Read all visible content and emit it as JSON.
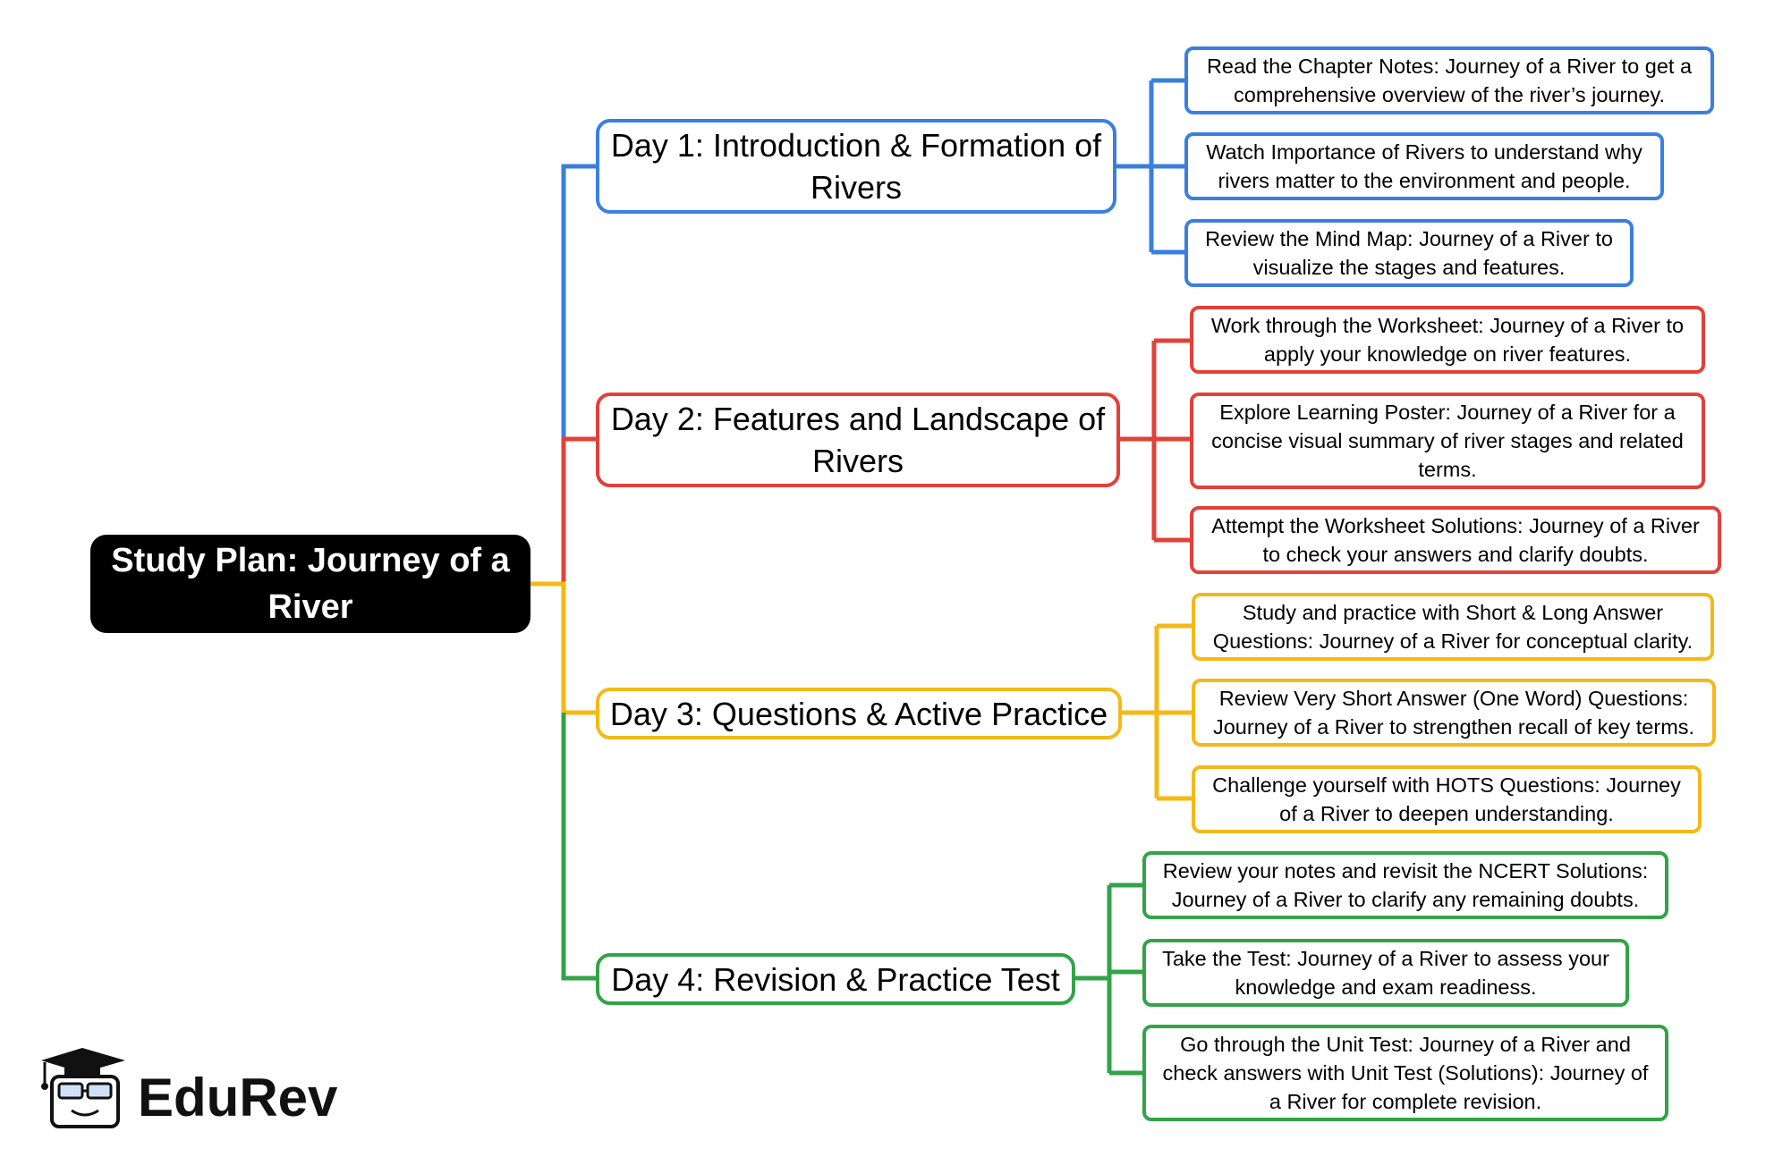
{
  "colors": {
    "day1": "#3a7fe0",
    "day2": "#e2413a",
    "day3": "#f4b916",
    "day4": "#33a348",
    "root": "#000000"
  },
  "root": {
    "label": "Study Plan: Journey of a River"
  },
  "days": [
    {
      "label": "Day 1: Introduction & Formation of Rivers",
      "tasks": [
        "Read the Chapter Notes: Journey of a River to get a comprehensive overview of the river’s journey.",
        "Watch Importance of Rivers to understand why rivers matter to the environment and people.",
        "Review the Mind Map: Journey of a River to visualize the stages and features."
      ]
    },
    {
      "label": "Day 2: Features and Landscape of Rivers",
      "tasks": [
        "Work through the Worksheet: Journey of a River to apply your knowledge on river features.",
        "Explore Learning Poster: Journey of a River for a concise visual summary of river stages and related terms.",
        "Attempt the Worksheet Solutions: Journey of a River to check your answers and clarify doubts."
      ]
    },
    {
      "label": "Day 3: Questions & Active Practice",
      "tasks": [
        "Study and practice with Short & Long Answer Questions: Journey of a River for conceptual clarity.",
        "Review Very Short Answer (One Word) Questions: Journey of a River to strengthen recall of key terms.",
        "Challenge yourself with HOTS Questions: Journey of a River to deepen understanding."
      ]
    },
    {
      "label": "Day 4: Revision & Practice Test",
      "tasks": [
        "Review your notes and revisit the NCERT Solutions: Journey of a River to clarify any remaining doubts.",
        "Take the Test: Journey of a River to assess your knowledge and exam readiness.",
        "Go through the Unit Test: Journey of a River and check answers with Unit Test (Solutions): Journey of a River for complete revision."
      ]
    }
  ],
  "logo": {
    "text": "EduRev",
    "icon": "graduation-cap-mascot-icon"
  }
}
